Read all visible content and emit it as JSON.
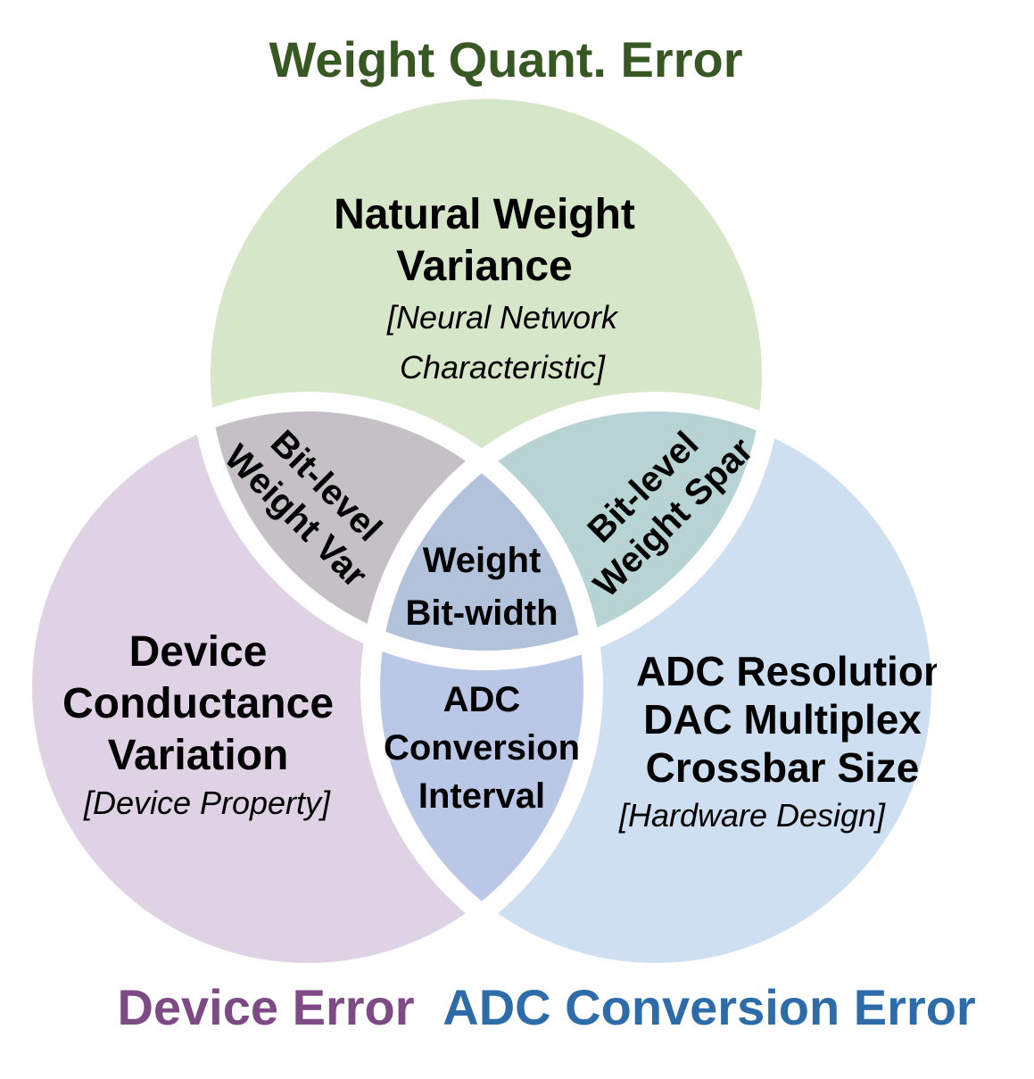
{
  "colors": {
    "top_circle": "#d6e6c8",
    "left_circle": "#dfd2e5",
    "right_circle": "#cddff0",
    "top_left_overlap": "#c4c0c6",
    "top_right_overlap": "#b7d3d3",
    "left_right_overlap": "#bbc7e6",
    "center_overlap": "#b1c2da",
    "gap": "#ffffff",
    "text": "#000000",
    "title_top": "#375723",
    "title_left": "#7e4a86",
    "title_right": "#2e6ca9"
  },
  "titles": {
    "top": "Weight Quant. Error",
    "left": "Device Error",
    "right": "ADC Conversion Error"
  },
  "top_region": {
    "heading": [
      "Natural Weight",
      "Variance"
    ],
    "note": [
      "[Neural Network",
      "Characteristic]"
    ]
  },
  "left_region": {
    "heading": [
      "Device",
      "Conductance",
      "Variation"
    ],
    "note": "[Device Property]"
  },
  "right_region": {
    "heading": [
      "ADC Resolution",
      "DAC Multiplex",
      "Crossbar Size"
    ],
    "note": "[Hardware Design]"
  },
  "top_left_overlap": [
    "Bit-level",
    "Weight Var"
  ],
  "top_right_overlap": [
    "Bit-level",
    "Weight Spar"
  ],
  "left_right_overlap": [
    "ADC",
    "Conversion",
    "Interval"
  ],
  "center": [
    "Weight",
    "Bit-width"
  ]
}
